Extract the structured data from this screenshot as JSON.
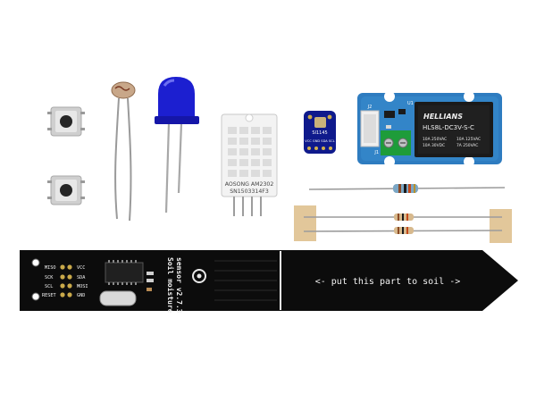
{
  "soil_sensor": {
    "arrow_text": "<- put this part to soil ->",
    "title_line1": "Soil moisture",
    "title_line2": "sensor v2.7.3",
    "pins_left": [
      "MISO",
      "SCK",
      "SCL",
      "RESET"
    ],
    "pins_right": [
      "VCC",
      "SDA",
      "MOSI",
      "GND"
    ]
  },
  "relay_module": {
    "brand": "HELLIANS",
    "model": "HLS8L-DC3V-S-C",
    "rating_left_1": "10A 250VAC",
    "rating_left_2": "10A 30VDC",
    "rating_right_1": "10A 125VAC",
    "rating_right_2": "7A 250VAC",
    "label_u1": "U1",
    "label_j2": "J2",
    "label_j1": "J1"
  },
  "dht_sensor": {
    "line1": "AOSONG AM2302",
    "line2": "SN1503314F3"
  },
  "uv_sensor": {
    "label": "SI1145",
    "pins": "VCC GND SDA SCL"
  }
}
